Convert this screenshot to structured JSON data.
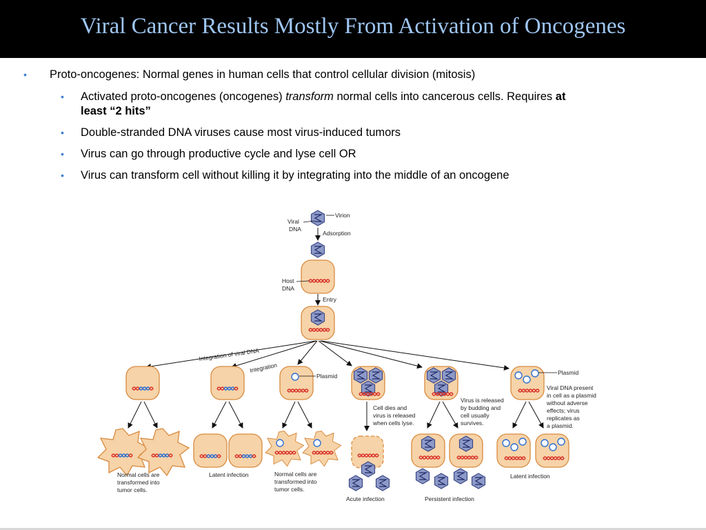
{
  "slide": {
    "title": "Viral Cancer Results Mostly From Activation of Oncogenes",
    "bullets": [
      {
        "text": "Proto-oncogenes: Normal genes in human cells that control cellular division (mitosis)"
      },
      {
        "pre": "Activated proto-oncogenes (oncogenes) ",
        "em": "transform",
        "mid": " normal cells into cancerous cells. Requires ",
        "strong1": "at",
        "strong2": "least “2 hits”"
      },
      {
        "text": "Double-stranded DNA viruses cause most virus-induced tumors"
      },
      {
        "text": "Virus can go through productive cycle and lyse cell OR"
      },
      {
        "text": "Virus can transform cell without killing it by integrating into the middle of an oncogene"
      }
    ],
    "bullet_char": "•"
  },
  "diagram": {
    "labels": {
      "virion": "Virion",
      "viral_dna_1": "Viral",
      "viral_dna_2": "DNA",
      "adsorption": "Adsorption",
      "host_dna_1": "Host",
      "host_dna_2": "DNA",
      "entry": "Entry",
      "integration_viral": "Integration of viral DNA",
      "integration": "Integration",
      "plasmid_1": "Plasmid",
      "plasmid_2": "Plasmid",
      "cell_dies": [
        "Cell dies and",
        "virus is released",
        "when cells lyse."
      ],
      "virus_released": [
        "Virus is released",
        "by budding and",
        "cell usually",
        "survives."
      ],
      "viral_dna_plasmid": [
        "Viral DNA present",
        "in cell as a plasmid",
        "without adverse",
        "effects; virus",
        "replicates as",
        "a plasmid."
      ],
      "normal_transformed_1": [
        "Normal cells are",
        "transformed into",
        "tumor cells."
      ],
      "latent_1": "Latent infection",
      "normal_transformed_2": [
        "Normal cells are",
        "transformed into",
        "tumor cells."
      ],
      "acute": "Acute infection",
      "persistent": "Persistent infection",
      "latent_2": "Latent infection"
    },
    "colors": {
      "cell_fill": "#f6d3a8",
      "cell_stroke": "#d88a3e",
      "host_dna": "#d9342b",
      "viral_dna": "#2f6fd0",
      "virion_fill": "#8d99c8",
      "virion_stroke": "#3d4a86"
    }
  }
}
